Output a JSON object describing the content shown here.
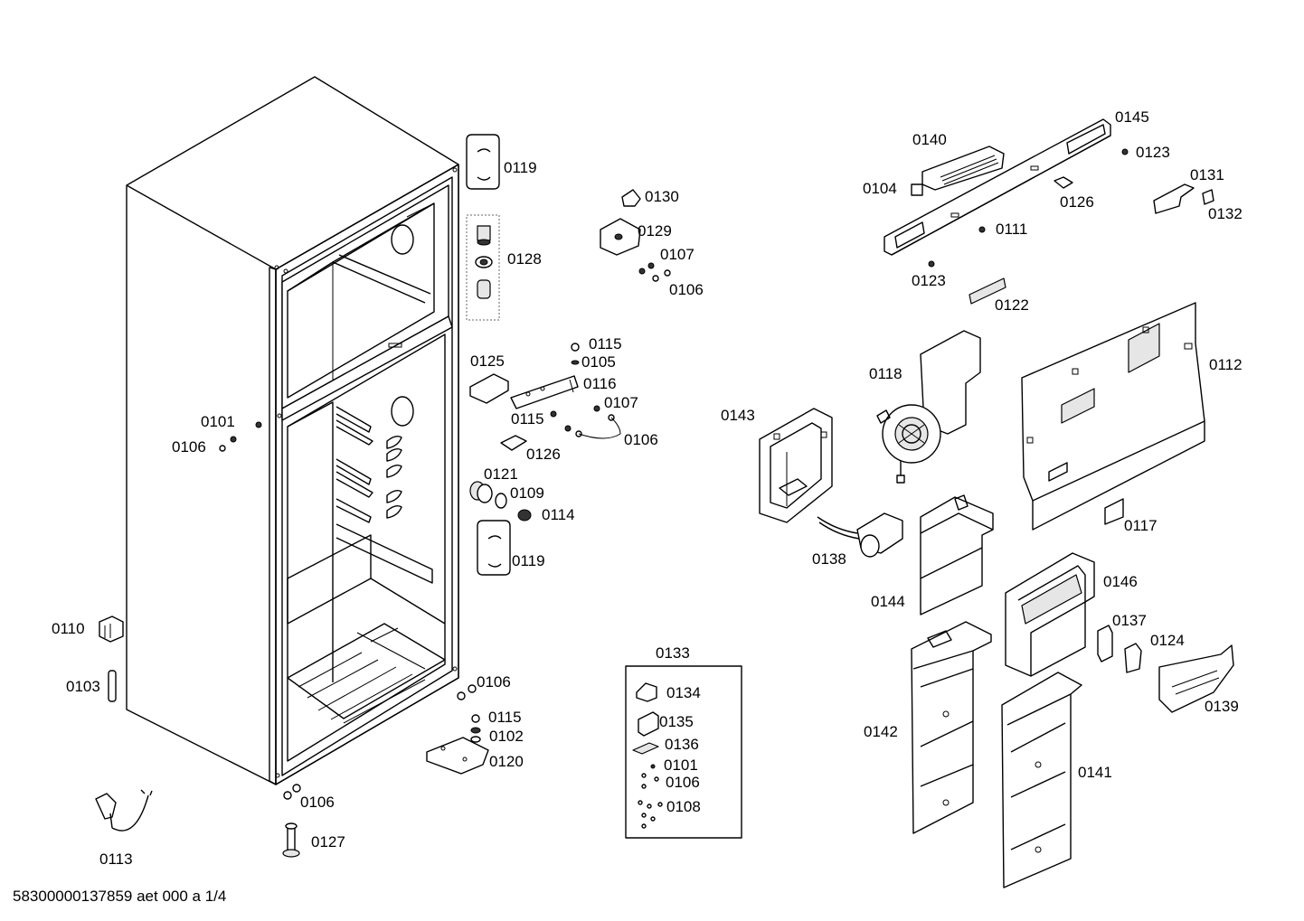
{
  "diagram": {
    "footer": "58300000137859 aet 000 a 1/4",
    "kit_label": "0133",
    "labels": [
      {
        "key": "0119a",
        "text": "0119"
      },
      {
        "key": "0128",
        "text": "0128"
      },
      {
        "key": "0130",
        "text": "0130"
      },
      {
        "key": "0129",
        "text": "0129"
      },
      {
        "key": "0107a",
        "text": "0107"
      },
      {
        "key": "0106a",
        "text": "0106"
      },
      {
        "key": "0115a",
        "text": "0115"
      },
      {
        "key": "0105",
        "text": "0105"
      },
      {
        "key": "0125",
        "text": "0125"
      },
      {
        "key": "0116",
        "text": "0116"
      },
      {
        "key": "0107b",
        "text": "0107"
      },
      {
        "key": "0115b",
        "text": "0115"
      },
      {
        "key": "0106b",
        "text": "0106"
      },
      {
        "key": "0126a",
        "text": "0126"
      },
      {
        "key": "0121",
        "text": "0121"
      },
      {
        "key": "0109",
        "text": "0109"
      },
      {
        "key": "0114",
        "text": "0114"
      },
      {
        "key": "0119b",
        "text": "0119"
      },
      {
        "key": "0101a",
        "text": "0101"
      },
      {
        "key": "0106c",
        "text": "0106"
      },
      {
        "key": "0110",
        "text": "0110"
      },
      {
        "key": "0103",
        "text": "0103"
      },
      {
        "key": "0106d",
        "text": "0106"
      },
      {
        "key": "0115c",
        "text": "0115"
      },
      {
        "key": "0102",
        "text": "0102"
      },
      {
        "key": "0120",
        "text": "0120"
      },
      {
        "key": "0106e",
        "text": "0106"
      },
      {
        "key": "0113",
        "text": "0113"
      },
      {
        "key": "0127",
        "text": "0127"
      },
      {
        "key": "0134",
        "text": "0134"
      },
      {
        "key": "0135",
        "text": "0135"
      },
      {
        "key": "0136",
        "text": "0136"
      },
      {
        "key": "0101b",
        "text": "0101"
      },
      {
        "key": "0106f",
        "text": "0106"
      },
      {
        "key": "0108",
        "text": "0108"
      },
      {
        "key": "0140",
        "text": "0140"
      },
      {
        "key": "0145",
        "text": "0145"
      },
      {
        "key": "0123a",
        "text": "0123"
      },
      {
        "key": "0131",
        "text": "0131"
      },
      {
        "key": "0132",
        "text": "0132"
      },
      {
        "key": "0104",
        "text": "0104"
      },
      {
        "key": "0126b",
        "text": "0126"
      },
      {
        "key": "0111",
        "text": "0111"
      },
      {
        "key": "0123b",
        "text": "0123"
      },
      {
        "key": "0122",
        "text": "0122"
      },
      {
        "key": "0118",
        "text": "0118"
      },
      {
        "key": "0112",
        "text": "0112"
      },
      {
        "key": "0143",
        "text": "0143"
      },
      {
        "key": "0117",
        "text": "0117"
      },
      {
        "key": "0138",
        "text": "0138"
      },
      {
        "key": "0144",
        "text": "0144"
      },
      {
        "key": "0146",
        "text": "0146"
      },
      {
        "key": "0137",
        "text": "0137"
      },
      {
        "key": "0124",
        "text": "0124"
      },
      {
        "key": "0139",
        "text": "0139"
      },
      {
        "key": "0142",
        "text": "0142"
      },
      {
        "key": "0141",
        "text": "0141"
      }
    ]
  }
}
